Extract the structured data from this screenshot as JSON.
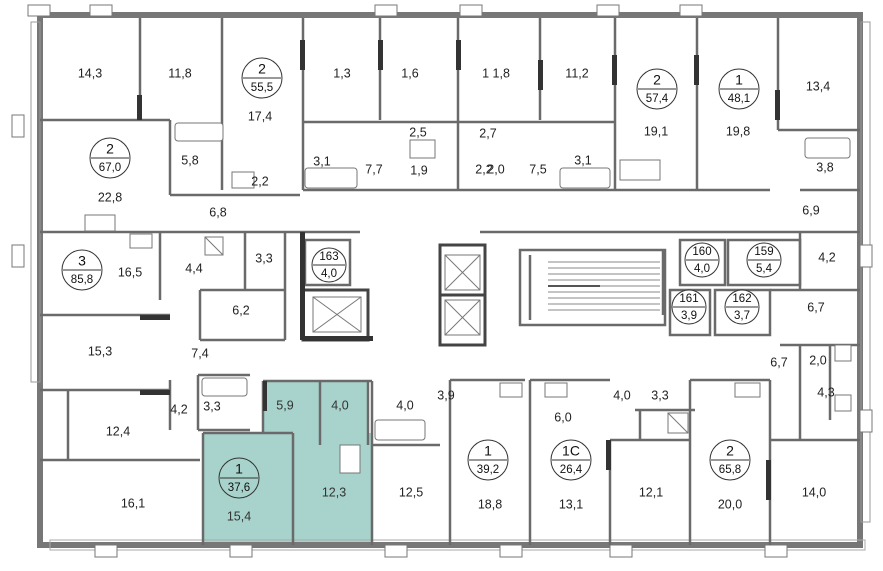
{
  "selected_apartment": {
    "type": "1",
    "area": "37,6",
    "rooms": [
      "15,4",
      "12,3",
      "5,9",
      "4,0"
    ]
  },
  "apartment_badges": [
    {
      "type": "2",
      "area": "55,5"
    },
    {
      "type": "2",
      "area": "57,4"
    },
    {
      "type": "1",
      "area": "48,1"
    },
    {
      "type": "2",
      "area": "67,0"
    },
    {
      "type": "3",
      "area": "85,8"
    },
    {
      "type": "1",
      "area": "37,6"
    },
    {
      "type": "1",
      "area": "39,2"
    },
    {
      "type": "1С",
      "area": "26,4"
    },
    {
      "type": "2",
      "area": "65,8"
    },
    {
      "type": "163",
      "area": "4,0"
    },
    {
      "type": "160",
      "area": "4,0"
    },
    {
      "type": "159",
      "area": "5,4"
    },
    {
      "type": "161",
      "area": "3,9"
    },
    {
      "type": "162",
      "area": "3,7"
    }
  ],
  "room_areas": [
    "14,3",
    "11,8",
    "17,4",
    "1,3",
    "1,6",
    "1 1,8",
    "11,2",
    "19,1",
    "19,8",
    "13,4",
    "22,8",
    "5,8",
    "2,2",
    "3,1",
    "7,7",
    "2,5",
    "2,7",
    "2,2",
    "1,9",
    "2,0",
    "7,5",
    "3,1",
    "3,8",
    "6,8",
    "6,9",
    "16,5",
    "4,4",
    "3,3",
    "4,2",
    "6,2",
    "6,7",
    "15,3",
    "7,4",
    "6,7",
    "2,0",
    "4,3",
    "12,4",
    "4,2",
    "3,3",
    "5,9",
    "4,0",
    "4,0",
    "3,9",
    "6,0",
    "4,0",
    "3,3",
    "16,1",
    "15,4",
    "12,3",
    "12,5",
    "18,8",
    "13,1",
    "12,1",
    "20,0",
    "14,0"
  ]
}
